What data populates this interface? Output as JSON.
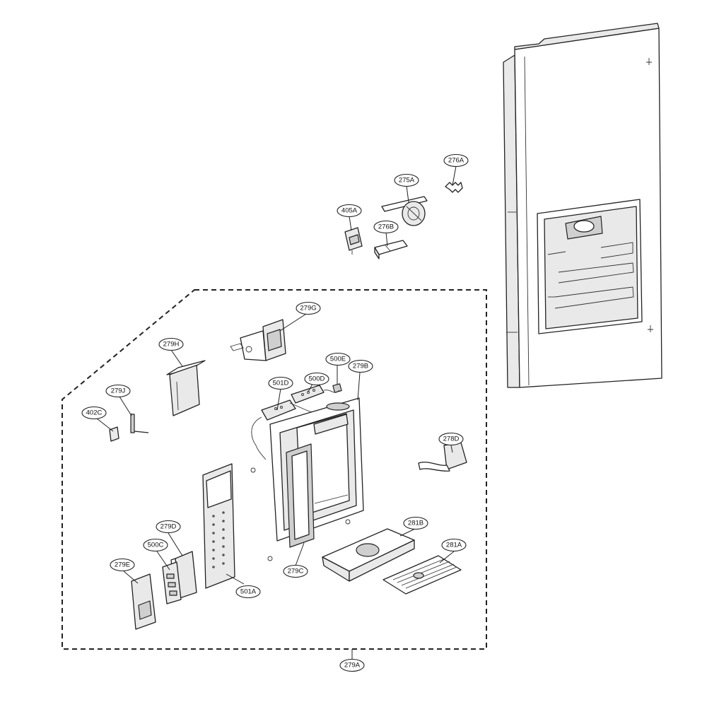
{
  "callouts": [
    {
      "id": "276A",
      "label": "276A"
    },
    {
      "id": "275A",
      "label": "275A"
    },
    {
      "id": "405A",
      "label": "405A"
    },
    {
      "id": "276B",
      "label": "276B"
    },
    {
      "id": "279G",
      "label": "279G"
    },
    {
      "id": "279H",
      "label": "279H"
    },
    {
      "id": "500E",
      "label": "500E"
    },
    {
      "id": "279B",
      "label": "279B"
    },
    {
      "id": "501D",
      "label": "501D"
    },
    {
      "id": "500D",
      "label": "500D"
    },
    {
      "id": "279J",
      "label": "279J"
    },
    {
      "id": "402C",
      "label": "402C"
    },
    {
      "id": "278D",
      "label": "278D"
    },
    {
      "id": "279D",
      "label": "279D"
    },
    {
      "id": "500C",
      "label": "500C"
    },
    {
      "id": "279E",
      "label": "279E"
    },
    {
      "id": "501A",
      "label": "501A"
    },
    {
      "id": "279C",
      "label": "279C"
    },
    {
      "id": "281B",
      "label": "281B"
    },
    {
      "id": "281A",
      "label": "281A"
    },
    {
      "id": "279A",
      "label": "279A"
    }
  ],
  "colors": {
    "line": "#222222",
    "background": "#ffffff",
    "fill_light": "#e9e9e9",
    "fill_dark": "#cfcfcf"
  }
}
